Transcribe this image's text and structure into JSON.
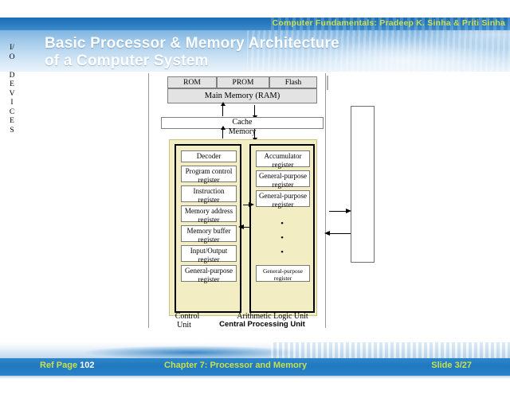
{
  "header": {
    "course_line": "Computer Fundamentals: Pradeep K. Sinha & Priti Sinha",
    "title_line1": "Basic Processor & Memory Architecture",
    "title_line2": "of a Computer System"
  },
  "footer": {
    "ref_label": "Ref Page",
    "ref_page": "102",
    "chapter": "Chapter 7: Processor and Memory",
    "slide": "Slide 3/27"
  },
  "diagram": {
    "memory_types": [
      "ROM",
      "PROM",
      "Flash"
    ],
    "main_memory": "Main Memory (RAM)",
    "cache_line1": "Cache",
    "cache_line2": "Memory",
    "control_unit": {
      "label_line1": "Control",
      "label_line2": "Unit",
      "registers": [
        "Decoder",
        "Program control register",
        "Instruction register",
        "Memory address register",
        "Memory buffer register",
        "Input/Output register",
        "General-purpose register"
      ]
    },
    "alu": {
      "label": "Arithmetic Logic Unit",
      "registers": [
        "Accumulator register",
        "General-purpose register",
        "General-purpose register"
      ],
      "ellipsis_dots": [
        "•",
        "•",
        "•"
      ],
      "last_register": "General-purpose register"
    },
    "cpu_caption": "Central Processing Unit",
    "io_devices_letters": [
      "I/",
      "O",
      "",
      "D",
      "E",
      "V",
      "I",
      "C",
      "E",
      "S"
    ]
  },
  "colors": {
    "banner_blue": "#2f7fc4",
    "accent_yellow": "#c8e050",
    "cpu_fill": "#f2edc2",
    "memory_fill": "#e3e3e3"
  }
}
